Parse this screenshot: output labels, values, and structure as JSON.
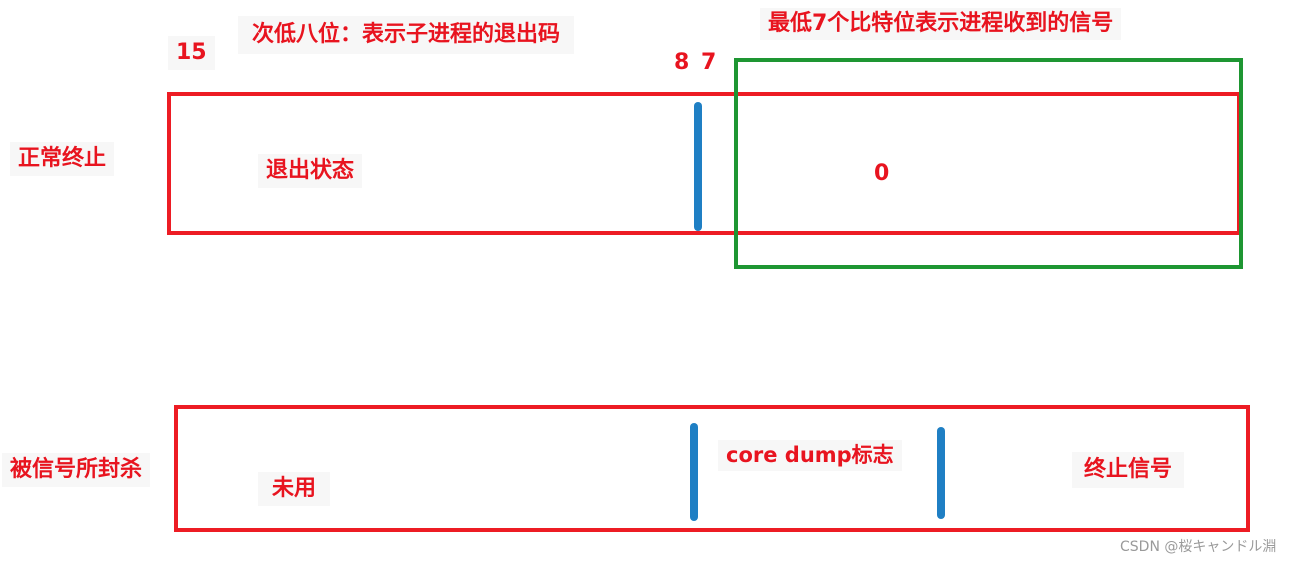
{
  "top_diagram": {
    "bit_15": "15",
    "bit_8": "8",
    "bit_7": "7",
    "high_byte_caption": "次低八位：表示子进程的退出码",
    "low_bits_caption": "最低7个比特位表示进程收到的信号",
    "row_label": "正常终止",
    "exit_status": "退出状态",
    "signal_value": "0"
  },
  "bottom_diagram": {
    "row_label": "被信号所封杀",
    "unused": "未用",
    "core_dump_flag": "core dump标志",
    "term_signal": "终止信号"
  },
  "watermark": "CSDN @桜キャンドル淵",
  "colors": {
    "label_red": "#e8141f",
    "box_red": "#ed1c24",
    "box_green": "#1e9632",
    "divider_blue": "#1f7fc4"
  }
}
